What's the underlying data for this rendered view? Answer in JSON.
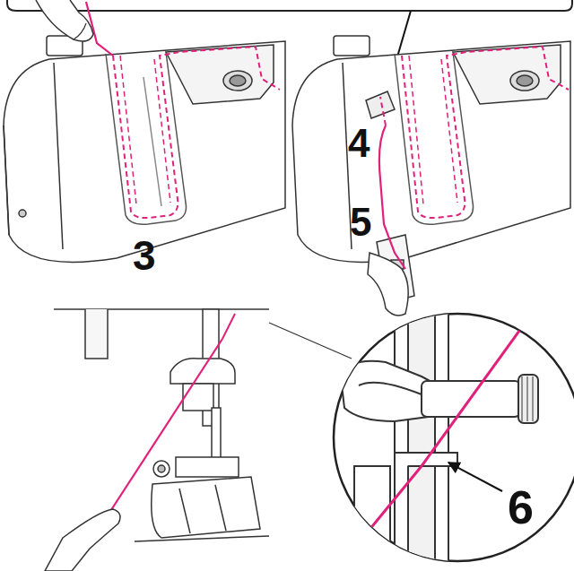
{
  "diagram": {
    "labels": [
      "3",
      "4",
      "5",
      "6"
    ]
  }
}
